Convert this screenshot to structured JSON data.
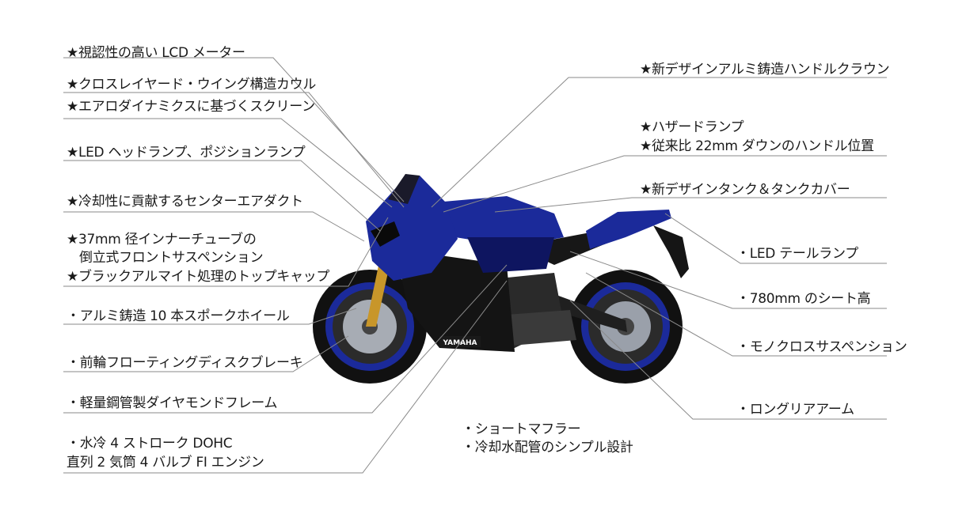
{
  "labels": {
    "lcd_meter": "★視認性の高い LCD メーター",
    "cowl": "★クロスレイヤード・ウイング構造カウル",
    "screen": "★エアロダイナミクスに基づくスクリーン",
    "headlamp": "★LED ヘッドランプ、ポジションランプ",
    "center_duct": "★冷却性に貢献するセンターエアダクト",
    "fork_line1": "★37mm 径インナーチューブの",
    "fork_line2": "倒立式フロントサスペンション",
    "top_cap": "★ブラックアルマイト処理のトップキャップ",
    "wheel": "・アルミ鋳造 10 本スポークホイール",
    "brake": "・前輪フローティングディスクブレーキ",
    "frame": "・軽量鋼管製ダイヤモンドフレーム",
    "engine_line1": "・水冷 4 ストローク DOHC",
    "engine_line2": "直列 2 気筒 4 バルブ FI エンジン",
    "muffler_line1": "・ショートマフラー",
    "muffler_line2": "・冷却水配管のシンプル設計",
    "handle_crown": "★新デザインアルミ鋳造ハンドルクラウン",
    "hazard": "★ハザードランプ",
    "handle_position": "★従来比 22mm ダウンのハンドル位置",
    "tank": "★新デザインタンク＆タンクカバー",
    "tail_lamp": "・LED テールランプ",
    "seat_height": "・780mm のシート高",
    "mono_suspension": "・モノクロスサスペンション",
    "rear_arm": "・ロングリアアーム"
  },
  "bike": {
    "brand_text": "YAMAHA",
    "colors": {
      "body_blue": "#1b2a9a",
      "dark_blue": "#0e1560",
      "black": "#141414",
      "gold": "#c8962a",
      "silver": "#b9bcc2"
    }
  },
  "colors": {
    "leader_line": "#8a8a8a",
    "text": "#1a1a1a"
  }
}
